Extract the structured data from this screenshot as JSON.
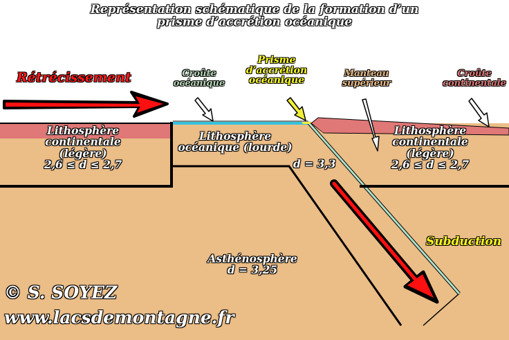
{
  "title": {
    "line1": "Représentation schématique de la formation d’un",
    "line2": "prisme d’accrétion océanique"
  },
  "labels": {
    "retrecissement": "Rétrécissement",
    "croute_oceanique": [
      "Croûte",
      "océanique"
    ],
    "prisme": [
      "Prisme",
      "d’accrétion",
      "océanique"
    ],
    "manteau": [
      "Manteau",
      "supérieur"
    ],
    "croute_continentale": [
      "Croûte",
      "continentale"
    ],
    "litho_cont_left": [
      "Lithosphère",
      "continentale",
      "(légère)",
      "2,6 ≤ d ≤ 2,7"
    ],
    "litho_oce": [
      "Lithosphère",
      "océanique (lourde)"
    ],
    "density_oce": "d = 3,3",
    "litho_cont_right": [
      "Lithosphère",
      "continentale",
      "(légère)",
      "2,6 ≤ d ≤ 2,7"
    ],
    "subduction": "Subduction",
    "asthenosphere": [
      "Asthénosphère",
      "d = 3,25"
    ]
  },
  "credit": {
    "author": "© S. SOYEZ",
    "website": "www.lacsdemontagne.fr"
  },
  "colors": {
    "mantle": "#ebbd87",
    "continental_crust": "#e07878",
    "oceanic_crust": "#33c3dd",
    "slab_edge": "#aee0c8",
    "prism": "#f2ef3a",
    "arrow_red": "#ff1010",
    "label_yellow": "#ffff22",
    "label_green": "#b8d8b8",
    "label_tan": "#ebbd87",
    "label_pink": "#e07878"
  }
}
